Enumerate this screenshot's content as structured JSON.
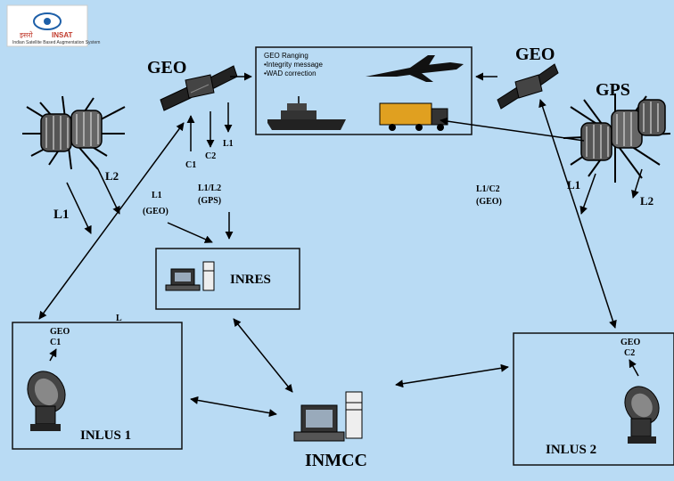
{
  "logo": {
    "left_text": "इसरो",
    "right_text": "INSAT",
    "caption": "Indian Satellite Based Augmentation System"
  },
  "labels": {
    "geo_left": "GEO",
    "geo_right": "GEO",
    "gps_right": "GPS",
    "l1_left": "L1",
    "l2_left": "L2",
    "l1_right": "L1",
    "l2_right": "L2",
    "c1_up": "C1",
    "c2_down": "C2",
    "l1_down": "L1",
    "l1geo_top": "L1",
    "l1geo_bottom": "(GEO)",
    "l1l2gps_top": "L1/L2",
    "l1l2gps_bottom": "(GPS)",
    "l1c2geo_top": "L1/C2",
    "l1c2geo_bottom": "(GEO)",
    "inres": "INRES",
    "inlus1": "INLUS 1",
    "inlus2": "INLUS 2",
    "inmcc": "INMCC",
    "geo_c1_top": "GEO",
    "geo_c1_bottom": "C1",
    "geo_c2_top": "GEO",
    "geo_c2_bottom": "C2",
    "l_small": "L"
  },
  "services": {
    "line1": "GEO Ranging",
    "line2": "•Integrity message",
    "line3": "•WAD correction"
  },
  "colors": {
    "background": "#b9dbf4",
    "box_border": "#111111"
  }
}
